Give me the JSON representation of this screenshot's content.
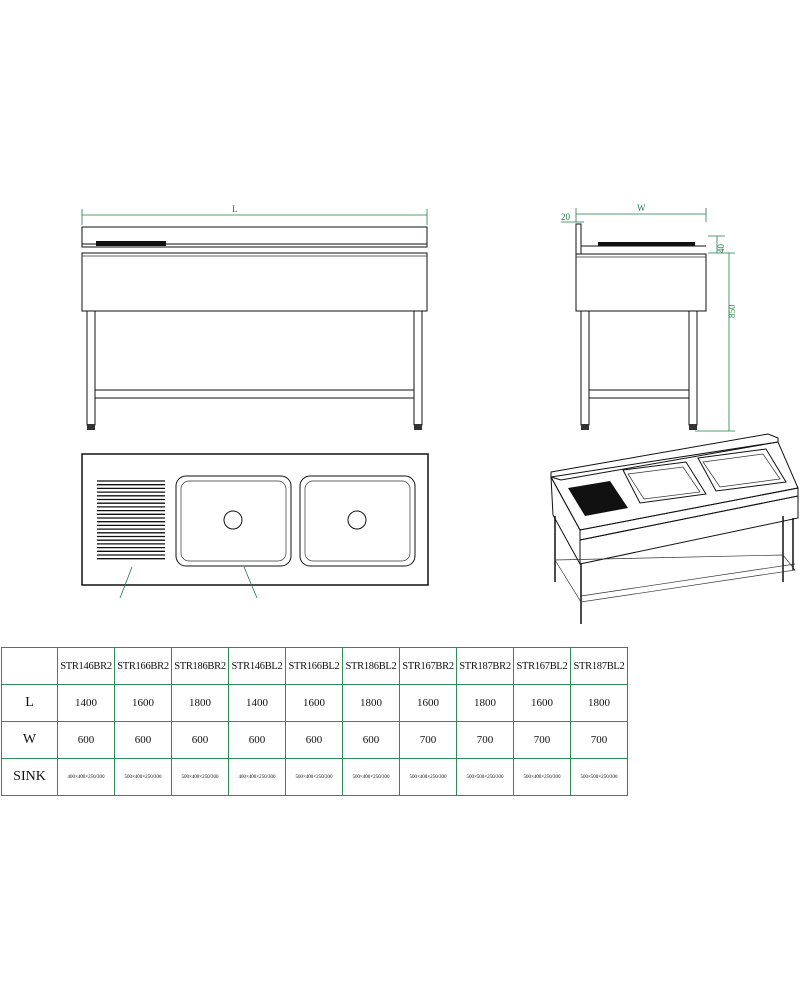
{
  "dimensions": {
    "length_label": "L",
    "width_label": "W",
    "splash_label": "20",
    "top_thickness_label": "40",
    "height_label": "850"
  },
  "table": {
    "row_labels": [
      "L",
      "W",
      "SINK"
    ],
    "models": [
      "STR146BR2",
      "STR166BR2",
      "STR186BR2",
      "STR146BL2",
      "STR166BL2",
      "STR186BL2",
      "STR167BR2",
      "STR187BR2",
      "STR167BL2",
      "STR187BL2"
    ],
    "L": [
      "1400",
      "1600",
      "1800",
      "1400",
      "1600",
      "1800",
      "1600",
      "1800",
      "1600",
      "1800"
    ],
    "W": [
      "600",
      "600",
      "600",
      "600",
      "600",
      "600",
      "700",
      "700",
      "700",
      "700"
    ],
    "SINK": [
      "400×400×250/300",
      "500×400×250/300",
      "500×400×250/300",
      "400×400×250/300",
      "500×400×250/300",
      "500×400×250/300",
      "500×400×250/300",
      "500×500×250/300",
      "500×400×250/300",
      "500×500×250/300"
    ]
  },
  "colors": {
    "table_border": "#2e8b57",
    "dimension": "#1f7a4a",
    "line": "#111111"
  }
}
